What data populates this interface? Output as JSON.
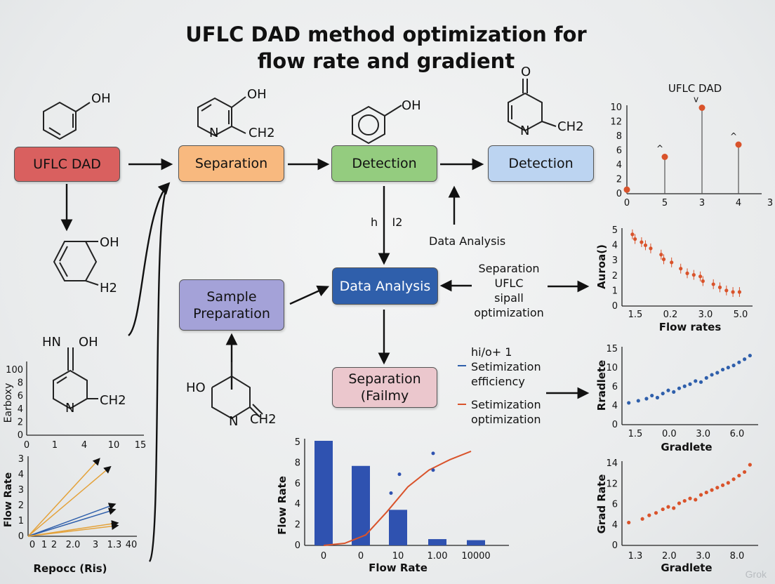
{
  "title_line1": "UFLC DAD method optimization for",
  "title_line2": "flow rate and gradient",
  "boxes": {
    "uflc": {
      "label": "UFLC DAD",
      "color": "#d9605f"
    },
    "separation": {
      "label": "Separation",
      "color": "#f8b97f"
    },
    "detection1": {
      "label": "Detection",
      "color": "#94cc7f"
    },
    "detection2": {
      "label": "Detection",
      "color": "#bcd4f1"
    },
    "data_analysis": {
      "label": "Data Analysis",
      "color": "#2f5fab"
    },
    "sample_prep_l1": "Sample",
    "sample_prep_l2": "Preparation",
    "sample_prep_color": "#a4a2d8",
    "separation2_l1": "Separation",
    "separation2_l2": "(Failmy",
    "separation2_color": "#ebc7cd"
  },
  "labels": {
    "h_i2": "h    I2",
    "data_analysis_text": "Data Analysis",
    "right_note_l1": "Separation",
    "right_note_l2": "UFLC",
    "right_note_l3": "sipall",
    "right_note_l4": "optimization",
    "legend_head": "hi/o+ 1",
    "legend1_l1": "Setimization",
    "legend1_l2": "efficiency",
    "legend2_l1": "Setimization",
    "legend2_l2": "optimization"
  },
  "chem": {
    "m1_oh": "OH",
    "m2_oh": "OH",
    "m2_n": "N",
    "m2_ch2": "CH2",
    "m3_oh": "OH",
    "m4_o": "O",
    "m4_n": "N",
    "m4_ch2": "CH2",
    "m5_oh": "OH",
    "m5_h2": "H2",
    "m6_hn": "HN",
    "m6_oh": "OH",
    "m6_n": "N",
    "m6_ch2": "CH2",
    "m7_ho": "HO",
    "m7_n": "N",
    "m7_ch2": "CH2"
  },
  "colors": {
    "orange": "#d9532b",
    "blue": "#2f5fab",
    "line_orange": "#e4a23a",
    "bar_blue": "#2f52b0"
  },
  "watermark": "Grok",
  "chart_data": [
    {
      "id": "stem",
      "type": "scatter",
      "title": "UFLC DAD",
      "x_tick_labels": [
        "0",
        "5",
        "3",
        "4",
        "3"
      ],
      "y_tick_labels": [
        "0",
        "2",
        "4",
        "6",
        "8",
        "12",
        "10"
      ],
      "points": [
        {
          "xi": 0,
          "y": 0.5,
          "mark": ""
        },
        {
          "xi": 1,
          "y": 4.5,
          "mark": "^"
        },
        {
          "xi": 2,
          "y": 10.5,
          "mark": "v"
        },
        {
          "xi": 3,
          "y": 6,
          "mark": "^"
        }
      ],
      "ylim": [
        0,
        10
      ]
    },
    {
      "id": "flowrates",
      "type": "scatter",
      "xlabel": "Flow rates",
      "ylabel": "Auroa()",
      "x_tick_labels": [
        "1.5",
        "0.2",
        "3.0",
        "5.0"
      ],
      "y_tick_labels": [
        "0",
        "1",
        "2",
        "3",
        "4",
        "5"
      ],
      "xlim": [
        0,
        1
      ],
      "ylim": [
        0,
        5
      ],
      "points": [
        [
          0.08,
          4.6
        ],
        [
          0.1,
          4.3
        ],
        [
          0.15,
          4.1
        ],
        [
          0.18,
          3.9
        ],
        [
          0.22,
          3.7
        ],
        [
          0.3,
          3.3
        ],
        [
          0.32,
          3.0
        ],
        [
          0.38,
          2.8
        ],
        [
          0.45,
          2.4
        ],
        [
          0.5,
          2.1
        ],
        [
          0.55,
          2.0
        ],
        [
          0.6,
          1.9
        ],
        [
          0.62,
          1.6
        ],
        [
          0.7,
          1.4
        ],
        [
          0.75,
          1.2
        ],
        [
          0.8,
          1.0
        ],
        [
          0.85,
          0.9
        ],
        [
          0.9,
          0.9
        ]
      ]
    },
    {
      "id": "gradient_blue",
      "type": "scatter",
      "xlabel": "Gradlete",
      "ylabel": "Rradlete",
      "x_tick_labels": [
        "1.5",
        "0.0",
        "3.0",
        "6.0"
      ],
      "y_tick_labels": [
        "0",
        "4",
        "6",
        "10",
        "15"
      ],
      "xlim": [
        0,
        1
      ],
      "ylim": [
        0,
        15
      ],
      "points": [
        [
          0.05,
          4.2
        ],
        [
          0.12,
          4.6
        ],
        [
          0.18,
          5
        ],
        [
          0.22,
          5.6
        ],
        [
          0.26,
          5.2
        ],
        [
          0.3,
          6
        ],
        [
          0.34,
          6.6
        ],
        [
          0.38,
          6.3
        ],
        [
          0.42,
          7
        ],
        [
          0.46,
          7.4
        ],
        [
          0.5,
          7.8
        ],
        [
          0.54,
          8.4
        ],
        [
          0.58,
          8.2
        ],
        [
          0.62,
          9
        ],
        [
          0.66,
          9.6
        ],
        [
          0.7,
          10
        ],
        [
          0.74,
          10.6
        ],
        [
          0.78,
          11
        ],
        [
          0.82,
          11.4
        ],
        [
          0.86,
          12
        ],
        [
          0.9,
          12.6
        ],
        [
          0.94,
          13.3
        ]
      ]
    },
    {
      "id": "gradient_orange",
      "type": "scatter",
      "xlabel": "Gradlete",
      "ylabel": "Grad Rate",
      "x_tick_labels": [
        "1.3",
        "2.0",
        "3.0",
        "8.0"
      ],
      "y_tick_labels": [
        "0",
        "4",
        "6",
        "12",
        "14"
      ],
      "xlim": [
        0,
        1
      ],
      "ylim": [
        0,
        14
      ],
      "points": [
        [
          0.05,
          3.8
        ],
        [
          0.15,
          4.4
        ],
        [
          0.2,
          5
        ],
        [
          0.25,
          5.4
        ],
        [
          0.3,
          6
        ],
        [
          0.34,
          6.4
        ],
        [
          0.38,
          6.2
        ],
        [
          0.42,
          7
        ],
        [
          0.46,
          7.4
        ],
        [
          0.5,
          7.8
        ],
        [
          0.54,
          7.6
        ],
        [
          0.58,
          8.4
        ],
        [
          0.62,
          8.8
        ],
        [
          0.66,
          9.2
        ],
        [
          0.7,
          9.6
        ],
        [
          0.74,
          10
        ],
        [
          0.78,
          10.4
        ],
        [
          0.82,
          11
        ],
        [
          0.86,
          11.6
        ],
        [
          0.9,
          12.2
        ],
        [
          0.94,
          13.4
        ]
      ]
    },
    {
      "id": "bar_flow",
      "type": "bar",
      "xlabel": "Flow Rate",
      "ylabel": "Flow Rate",
      "categories": [
        "0",
        "0",
        "10",
        "1.00",
        "10000"
      ],
      "values": [
        5.0,
        3.8,
        1.7,
        0.3,
        0.25
      ],
      "y_tick_labels": [
        "0",
        "2",
        "4",
        "6",
        "8",
        "5"
      ],
      "ylim": [
        0,
        5
      ],
      "curve": [
        [
          0.0,
          0.0
        ],
        [
          0.5,
          0.1
        ],
        [
          1.0,
          0.5
        ],
        [
          1.5,
          1.6
        ],
        [
          2.0,
          2.8
        ],
        [
          2.5,
          3.6
        ],
        [
          3.0,
          4.1
        ],
        [
          3.5,
          4.5
        ]
      ],
      "extra_points": [
        [
          1.6,
          2.5
        ],
        [
          1.8,
          3.4
        ],
        [
          2.6,
          4.4
        ],
        [
          2.6,
          3.6
        ]
      ]
    },
    {
      "id": "bottom_left_scatter",
      "type": "scatter",
      "ylabel": "Earboxy",
      "x_tick_labels": [
        "0",
        "1",
        "4",
        "10",
        "15"
      ],
      "y_tick_labels": [
        "0",
        "2",
        "4",
        "6",
        "8",
        "100"
      ],
      "ylim": [
        0,
        10
      ]
    },
    {
      "id": "lines_flow",
      "type": "line",
      "xlabel": "Repocc (Ris)",
      "ylabel": "Flow Rate",
      "x_tick_labels": [
        "0",
        "1",
        "2",
        "2.0",
        "3",
        "1.3",
        "40"
      ],
      "y_tick_labels": [
        "0",
        "1",
        "2",
        "3",
        "4",
        "3"
      ],
      "xlim": [
        0,
        1
      ],
      "ylim": [
        0,
        3
      ],
      "series": [
        {
          "color": "#e4a23a",
          "points": [
            [
              0,
              0
            ],
            [
              0.78,
              2.9
            ]
          ]
        },
        {
          "color": "#e4a23a",
          "points": [
            [
              0,
              0
            ],
            [
              0.9,
              2.6
            ]
          ]
        },
        {
          "color": "#2f5fab",
          "points": [
            [
              0,
              0
            ],
            [
              0.95,
              1.2
            ]
          ]
        },
        {
          "color": "#2f5fab",
          "points": [
            [
              0,
              0
            ],
            [
              0.95,
              1.0
            ]
          ]
        },
        {
          "color": "#e4a23a",
          "points": [
            [
              0,
              0
            ],
            [
              0.98,
              0.5
            ]
          ]
        },
        {
          "color": "#e4a23a",
          "points": [
            [
              0,
              0
            ],
            [
              0.98,
              0.4
            ]
          ]
        }
      ]
    }
  ]
}
